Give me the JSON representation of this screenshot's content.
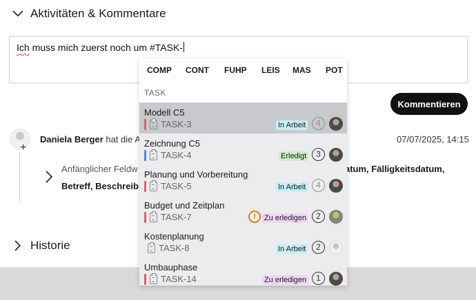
{
  "activities": {
    "header_label": "Aktivitäten & Kommentare",
    "comment_text_part1": "Ich",
    "comment_text_part2": " muss mich zuerst noch um #TASK-",
    "comment_button": "Kommentieren"
  },
  "entry": {
    "author": "Daniela Berger",
    "action": " hat die Au",
    "date": "07/07/2025, 14:15",
    "detail_line1": "Anfänglicher Feldw",
    "detail_right": "atum, Fälligkeitsdatum,",
    "detail_line2": "Betreff, Beschreibun"
  },
  "history": {
    "header_label": "Historie"
  },
  "dropdown": {
    "tabs": [
      "COMP",
      "CONT",
      "FUHP",
      "LEIS",
      "MAS",
      "POT"
    ],
    "group_label": "TASK",
    "items": [
      {
        "title": "Modell C5",
        "key": "TASK-3",
        "status": "In Arbeit",
        "count": "4",
        "prio_color": "#e35d6a"
      },
      {
        "title": "Zeichnung C5",
        "key": "TASK-4",
        "status": "Erledigt",
        "count": "3",
        "prio_color": "#5b7fe0"
      },
      {
        "title": "Planung und Vorbereitung",
        "key": "TASK-5",
        "status": "In Arbeit",
        "count": "4",
        "prio_color": "#e35d6a"
      },
      {
        "title": "Budget und Zeitplan",
        "key": "TASK-7",
        "status": "Zu erledigen",
        "count": "2",
        "prio_color": "#e35d6a",
        "warning": "!"
      },
      {
        "title": "Kostenplanung",
        "key": "TASK-8",
        "status": "In Arbeit",
        "count": "2",
        "prio_color": ""
      },
      {
        "title": "Umbauphase",
        "key": "TASK-14",
        "status": "Zu erledigen",
        "count": "1",
        "prio_color": "#e35d6a"
      }
    ]
  },
  "colors": {
    "accent": "#111111",
    "selected_row": "#c7c9cc",
    "in_arbeit": "#c6eef3",
    "erledigt": "#cdeec6",
    "zu_erledigen": "#eed6f3"
  }
}
